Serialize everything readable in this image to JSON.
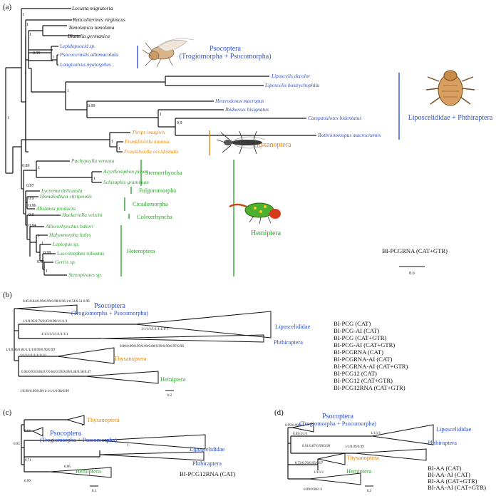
{
  "colors": {
    "black": "#111111",
    "blue": "#2b4fd6",
    "orange": "#e8860f",
    "green": "#2aa52a"
  },
  "panel_a": {
    "label": "(a)",
    "taxa": {
      "locusta": "Locusta migratoria",
      "reticulitermes": "Reticulitermes virginicus",
      "tamolanica": "Tamolanica tamolana",
      "blattella": "Blattella germanica",
      "lepidopsocid": "Lepidopsocid sp.",
      "psococerastis": "Psococerastis albimaculata",
      "longivalvus": "Longivalvus hyalospilus",
      "lip_decolor": "Liposcelis decolor",
      "lip_bostry": "Liposcelis bostrychophila",
      "heterodoxus": "Heterodoxus macropus",
      "ibidoecus": "Ibidoecus bisignatus",
      "campanulotes": "Campanulotes bidentatus",
      "bothriometopus": "Bothriometopus macrocnemis",
      "thrips": "Thrips imaginis",
      "frank_int": "Frankliniella intonsa",
      "frank_occ": "Frankliniella occidentalis",
      "pachypsylla": "Pachypsylla venusta",
      "acyrthosiphon": "Acyrthosiphon pisum",
      "schizaphis": "Schizaphis graminum",
      "lycorma": "Lycorma delicatula",
      "homalodisca": "Homalodisca vitripennis",
      "abidama": "Abidama producta",
      "hackeriella": "Hackeriella veitchi",
      "alloeorhynchus": "Alloeorhynchus bakeri",
      "halyomorpha": "Halyomorpha halys",
      "leptopus": "Leptopus sp.",
      "laccotrephes": "Laccotrephes robustus",
      "gerris": "Gerris sp.",
      "stenopirates": "Stenopirates sp."
    },
    "supports": {
      "one": "1",
      "s099": "0.99",
      "s089": "0.89",
      "s097": "0.97",
      "s09": "0.9",
      "s096": "0.96",
      "s084": "0.84",
      "s098": "0.98"
    },
    "groups": {
      "psocoptera": "Psocoptera",
      "psocoptera_sub": "(Trogiomorpha + Psocomorpha)",
      "lip_phth": "Liposcelididae + Phthiraptera",
      "thysanoptera": "Thysanoptera",
      "sternorrhyncha": "Sternorrhyncha",
      "fulgoromorpha": "Fulgoromorpha",
      "cicadomorpha": "Cicadomorpha",
      "coleorrhyncha": "Coleorrhyncha",
      "heteroptera": "Heteroptera",
      "hemiptera": "Hemiptera"
    },
    "dataset": "BI-PCGRNA (CAT+GTR)",
    "scale": "0.6"
  },
  "panel_b": {
    "label": "(b)",
    "s_top": "0.85/0.84/0.99/0.99/0.98/0.96/1/0.54/0.51 0.96",
    "s_psoc": "1/1/0.92/0.76/0.93/0.98/1/1/1/1",
    "s_lip_inner": "1/1/1/1/1/1/1/1/1/1",
    "s_lip_stem": "1/1/1/1/1/1/1/1/1/1",
    "s_phth": "0.99/0.99/0.99/0.99/0.98/0.99/0.99/0.97/0.96",
    "s_mid": "1/1/0.96/0.84/1/1/1/0.99/0.99/0.99",
    "s_thys": "1/1/1/1/1/1/1/1/1/1",
    "s_hem_stem": "0.94/0.93/0.86/0.7/0.64/0.59/0.69/0.48/0.58/0.47",
    "s_hem": "1/0.99/0.99/0.98/1/1/1/1/0.98/0.99",
    "groups": {
      "psocoptera": "Psocoptera",
      "psocoptera_sub": "(Trogiomorpha + Psocomorpha)",
      "liposcelididae": "Liposcelididae",
      "phthiraptera": "Phthiraptera",
      "thysanoptera": "Thysanoptera",
      "hemiptera": "Hemiptera"
    },
    "datasets": [
      "BI-PCG (CAT)",
      "BI-PCG-AI (CAT)",
      "BI-PCG (CAT+GTR)",
      "BI-PCG-AI (CAT+GTR)",
      "BI-PCGRNA (CAT)",
      "BI-PCGRNA-AI (CAT)",
      "BI-PCGRNA-AI (CAT+GTR)",
      "BI-PCG12 (CAT)",
      "BI-PCG12 (CAT+GTR)",
      "BI-PCG12RNA (CAT+GTR)"
    ],
    "scale": "0.2"
  },
  "panel_c": {
    "label": "(c)",
    "s064": "0.64",
    "s095": "0.95",
    "s071": "0.71",
    "s096": "0.96",
    "s099": "0.99",
    "one": "1",
    "groups": {
      "thysanoptera": "Thysanoptera",
      "psocoptera": "Psocoptera",
      "psocoptera_sub": "(Trogiomorpha + Psocomorpha)",
      "liposcelididae": "Liposcelididae",
      "phthiraptera": "Phthiraptera",
      "hemiptera": "Hemiptera"
    },
    "dataset": "BI-PCG12RNA (CAT)",
    "scale": "0.2"
  },
  "panel_d": {
    "label": "(d)",
    "s_psoc": "0.99/0.99/1/1",
    "s_a": "0.99/1/1/1",
    "s_lip": "1/1/1/1",
    "s_b": "0.91/0.87/0.99/0.99",
    "s_phth": "1/1/0.99/0.99",
    "s_c": "0.72/0.76/0.95/0.97",
    "s_thys": "1/1/1/1",
    "s_hem": "0.99/0.98/1/1",
    "groups": {
      "psocoptera": "Psocoptera",
      "psocoptera_sub": "(Trogiomorpha + Psocomorpha)",
      "liposcelididae": "Liposcelididae",
      "phthiraptera": "Phthiraptera",
      "thysanoptera": "Thysanoptera",
      "hemiptera": "Hemiptera"
    },
    "datasets": [
      "BI-AA (CAT)",
      "BI-AA-AI (CAT)",
      "BI-AA (CAT+GTR)",
      "BI-AA-AI (CAT+GTR)"
    ],
    "scale": "0.2"
  }
}
